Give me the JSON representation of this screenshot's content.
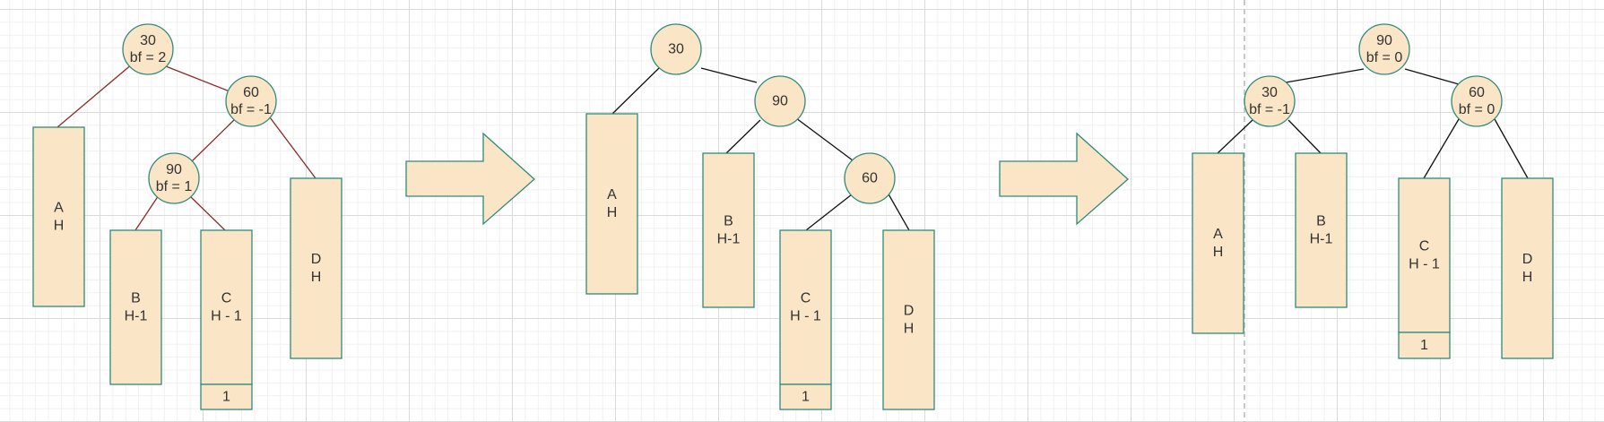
{
  "colors": {
    "fill": "#fae5c6",
    "stroke": "#2e8b7a",
    "edge_red": "#8b2a2a",
    "edge_black": "#111111",
    "text": "#333333",
    "page_divider": "#c8c8c8"
  },
  "diagram1": {
    "n30": [
      "30",
      "bf = 2"
    ],
    "n60": [
      "60",
      "bf = -1"
    ],
    "n90": [
      "90",
      "bf = 1"
    ],
    "boxA": [
      "A",
      "H"
    ],
    "boxB": [
      "B",
      "H-1"
    ],
    "boxC": [
      "C",
      "H - 1"
    ],
    "boxC_extra": "1",
    "boxD": [
      "D",
      "H"
    ]
  },
  "diagram2": {
    "n30": [
      "30"
    ],
    "n90": [
      "90"
    ],
    "n60": [
      "60"
    ],
    "boxA": [
      "A",
      "H"
    ],
    "boxB": [
      "B",
      "H-1"
    ],
    "boxC": [
      "C",
      "H - 1"
    ],
    "boxC_extra": "1",
    "boxD": [
      "D",
      "H"
    ]
  },
  "diagram3": {
    "n90": [
      "90",
      "bf = 0"
    ],
    "n30": [
      "30",
      "bf = -1"
    ],
    "n60": [
      "60",
      "bf = 0"
    ],
    "boxA": [
      "A",
      "H"
    ],
    "boxB": [
      "B",
      "H-1"
    ],
    "boxC": [
      "C",
      "H - 1"
    ],
    "boxC_extra": "1",
    "boxD": [
      "D",
      "H"
    ]
  },
  "arrows": [
    "right-arrow-icon",
    "right-arrow-icon"
  ]
}
